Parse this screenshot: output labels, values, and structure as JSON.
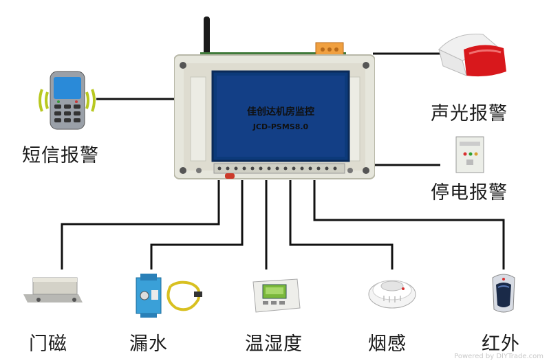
{
  "controller": {
    "screen_title": "佳创达机房监控",
    "screen_model": "JCD-PSMS8.0"
  },
  "labels": {
    "sms_alarm": "短信报警",
    "sound_light_alarm": "声光报警",
    "power_failure_alarm": "停电报警",
    "door_magnet": "门磁",
    "water_leak": "漏水",
    "temp_humidity": "温湿度",
    "smoke": "烟感",
    "infrared": "红外"
  },
  "watermark": "Powered by DIYTrade.com"
}
